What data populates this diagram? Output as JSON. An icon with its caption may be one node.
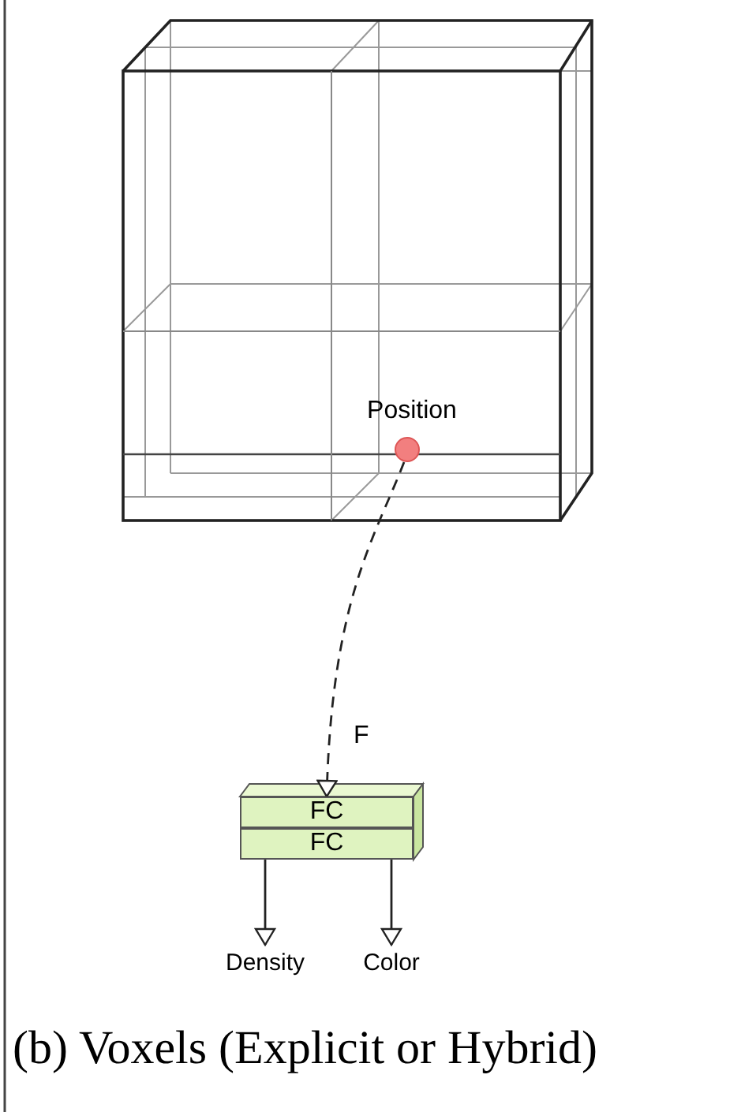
{
  "diagram": {
    "caption": "(b) Voxels (Explicit or Hybrid)",
    "nodes": [
      {
        "text": [],
        "shape": "circle",
        "beside": [
          "Position"
        ]
      },
      {
        "text": [
          "FC"
        ]
      },
      {
        "text": [
          "FC"
        ]
      },
      {
        "text": [
          "Density"
        ]
      },
      {
        "text": [
          "Color"
        ]
      }
    ],
    "edges": [
      {
        "from": 0,
        "to": 1,
        "arrow": "to",
        "label": "F",
        "style": "dashed"
      },
      {
        "from": 2,
        "to": 3,
        "arrow": "to"
      },
      {
        "from": 2,
        "to": 4,
        "arrow": "to"
      }
    ]
  }
}
